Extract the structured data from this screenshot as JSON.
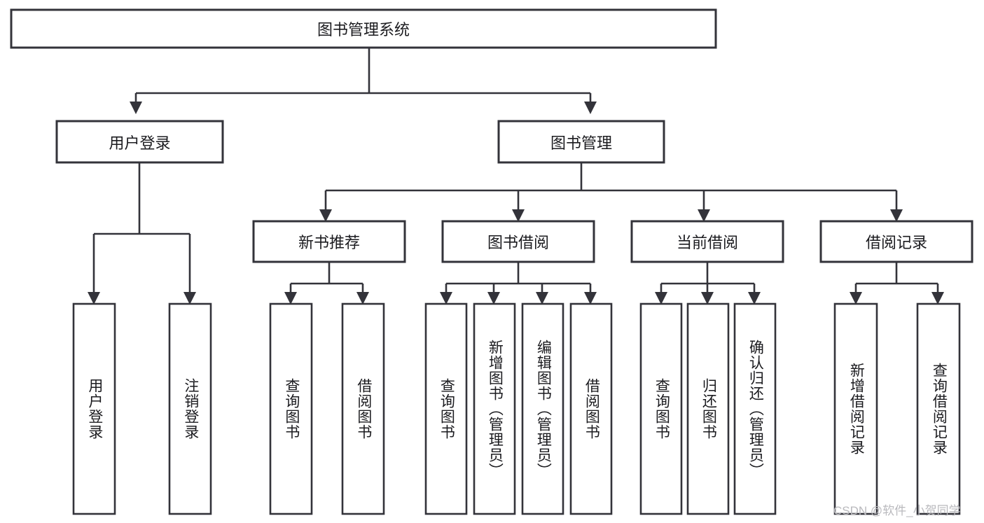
{
  "diagram": {
    "type": "tree",
    "title": "图书管理系统",
    "watermark": "CSDN @软件_小贺同学",
    "colors": {
      "stroke": "#33333a",
      "fill": "#ffffff",
      "text": "#1b1b1f",
      "watermark": "#b9b9bd",
      "background": "#ffffff"
    },
    "root": {
      "label": "图书管理系统"
    },
    "level2": [
      {
        "label": "用户登录"
      },
      {
        "label": "图书管理"
      }
    ],
    "level3": [
      {
        "label": "新书推荐"
      },
      {
        "label": "图书借阅"
      },
      {
        "label": "当前借阅"
      },
      {
        "label": "借阅记录"
      }
    ],
    "leaves": {
      "user_login": [
        {
          "label": "用户登录"
        },
        {
          "label": "注销登录"
        }
      ],
      "new_book_recommend": [
        {
          "label": "查询图书"
        },
        {
          "label": "借阅图书"
        }
      ],
      "book_borrow": [
        {
          "label": "查询图书"
        },
        {
          "label": "新增图书（管理员）"
        },
        {
          "label": "编辑图书（管理员）"
        },
        {
          "label": "借阅图书"
        }
      ],
      "current_borrow": [
        {
          "label": "查询图书"
        },
        {
          "label": "归还图书"
        },
        {
          "label": "确认归还（管理员）"
        }
      ],
      "borrow_record": [
        {
          "label": "新增借阅记录"
        },
        {
          "label": "查询借阅记录"
        }
      ]
    }
  }
}
